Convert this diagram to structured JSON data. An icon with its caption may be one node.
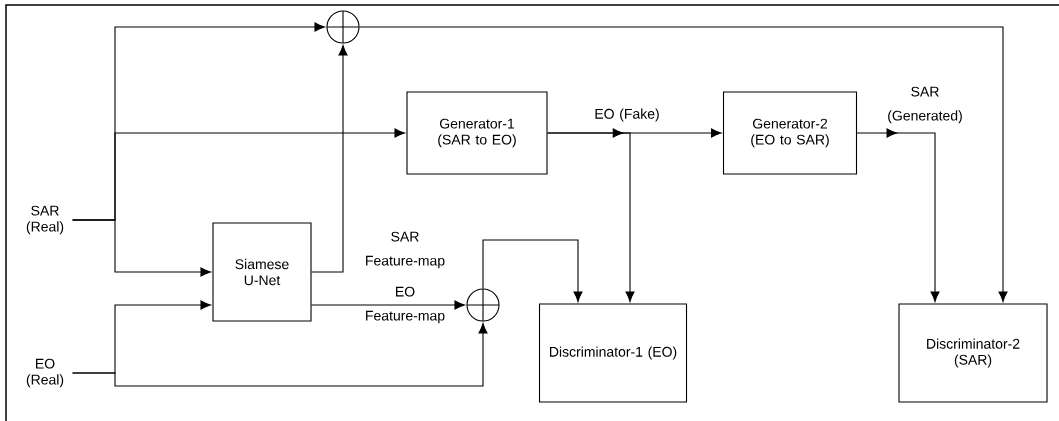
{
  "diagram": {
    "nodes": [
      {
        "text": [
          "SAR (Real)"
        ]
      },
      {
        "text": [
          "EO (Real)"
        ]
      },
      {
        "text": [
          "Siamese U-Net"
        ]
      },
      {
        "text": [
          "Generator-1 (SAR to EO)"
        ]
      },
      {
        "text": [
          "Generator-2 (EO to SAR)"
        ]
      },
      {
        "text": [
          "Discriminator-1 (EO)"
        ]
      },
      {
        "text": [
          "Discriminator-2 (SAR)"
        ]
      },
      {
        "text": [],
        "shape": "circle"
      },
      {
        "text": [],
        "shape": "circle"
      }
    ],
    "edges": [
      {
        "from": 0,
        "to": 7,
        "arrow": "to"
      },
      {
        "from": 0,
        "to": 3,
        "arrow": "to"
      },
      {
        "from": 0,
        "to": 2,
        "arrow": "to"
      },
      {
        "from": 1,
        "to": 2,
        "arrow": "to"
      },
      {
        "from": 1,
        "to": 8,
        "arrow": "to"
      },
      {
        "from": 2,
        "to": 7,
        "label": "SAR Feature-map",
        "arrow": "to"
      },
      {
        "from": 2,
        "to": 8,
        "label": "EO Feature-map",
        "arrow": "to"
      },
      {
        "from": 8,
        "to": 5,
        "arrow": "to"
      },
      {
        "from": 7,
        "to": 6,
        "arrow": "to"
      },
      {
        "from": 3,
        "to": 4,
        "label": "EO (Fake)",
        "arrow": "to"
      },
      {
        "from": 3,
        "to": 5,
        "arrow": "to"
      },
      {
        "from": 4,
        "to": 6,
        "label": "SAR (Generated)",
        "arrow": "to"
      }
    ]
  }
}
